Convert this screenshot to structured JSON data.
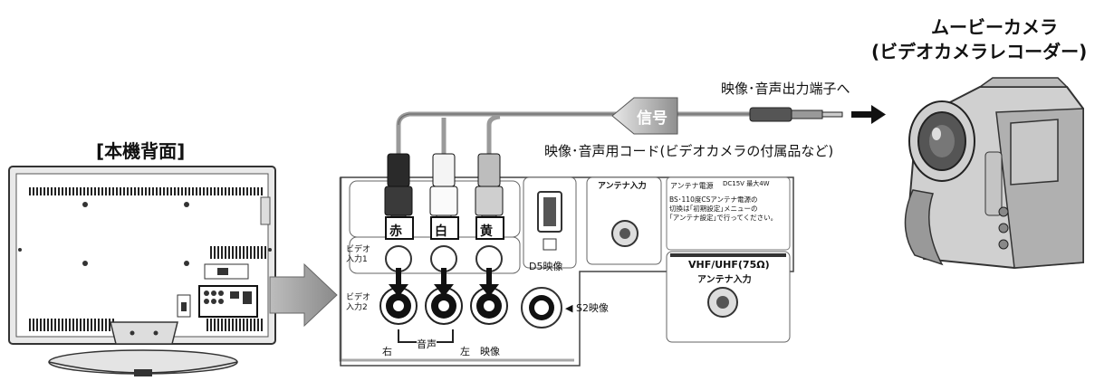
{
  "camera": {
    "title_line1": "ムービーカメラ",
    "title_line2": "(ビデオカメラレコーダー)"
  },
  "tv_back_label": "[本機背面]",
  "cable": {
    "signal_label": "信号",
    "output_label": "映像･音声出力端子へ",
    "cord_label": "映像･音声用コード(ビデオカメラの付属品など)"
  },
  "plugs": {
    "red": "赤",
    "white": "白",
    "yellow": "黄"
  },
  "panel": {
    "video_input1": [
      "ビデオ",
      "入力1"
    ],
    "video_input2": [
      "ビデオ",
      "入力2"
    ],
    "d5_video": "D5映像",
    "s2_video": "◀ S2映像",
    "audio_right": "右",
    "audio": "音声",
    "audio_left": "左",
    "video": "映像",
    "antenna_input": "アンテナ入力",
    "antenna_power": "アンテナ電源",
    "dc_spec": "DC15V 最大4W",
    "bs_note": [
      "BS･110度CSアンテナ電源の",
      "切換は｢初期設定｣メニューの",
      "｢アンテナ設定｣で行ってください。"
    ],
    "vhf_uhf_title": "VHF/UHF(75Ω)",
    "vhf_uhf_sub": "アンテナ入力"
  },
  "colors": {
    "red_plug": "#2a2a2a",
    "white_plug": "#f4f4f4",
    "yellow_plug": "#bdbdbd",
    "cable": "#9a9a9a",
    "panel_fill": "#f3f3f3"
  }
}
